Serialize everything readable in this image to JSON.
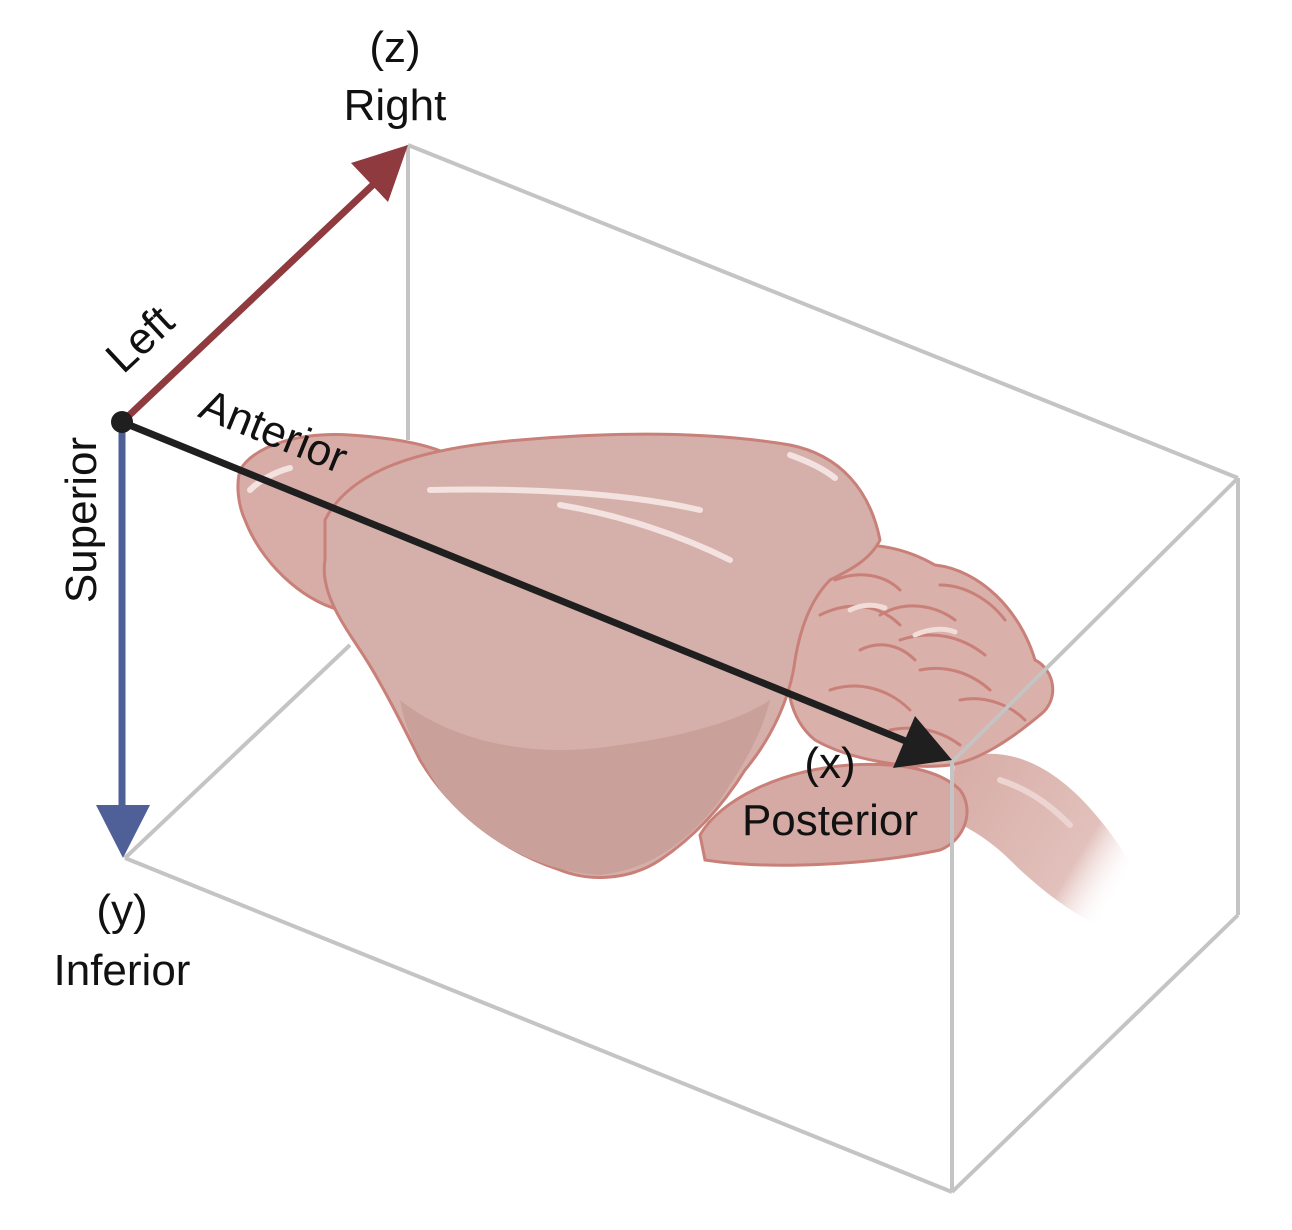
{
  "axes": {
    "z": {
      "symbol": "(z)",
      "positive_label": "Right",
      "negative_label": "Left",
      "color": "#8e3a3e"
    },
    "y": {
      "symbol": "(y)",
      "positive_label": "Inferior",
      "negative_label": "Superior",
      "color": "#4f5f98"
    },
    "x": {
      "symbol": "(x)",
      "positive_label": "Posterior",
      "negative_label": "Anterior",
      "color": "#1f1f1f"
    }
  },
  "colors": {
    "bounding_box": "#c4c4c4",
    "brain_fill": "#d6aaa4",
    "brain_outline": "#c98078",
    "origin_dot": "#1f1f1f"
  },
  "icons": {
    "specimen": "mouse-brain-icon"
  }
}
